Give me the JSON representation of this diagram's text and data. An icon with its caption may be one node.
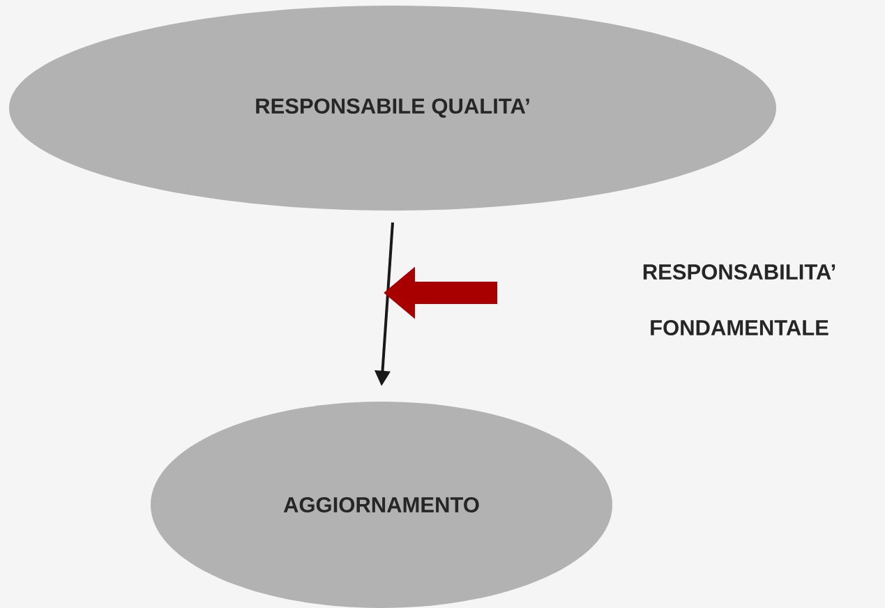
{
  "diagram": {
    "nodes": [
      {
        "text": [
          "RESPONSABILE QUALITA’"
        ]
      },
      {
        "text": [
          "AGGIORNAMENTO"
        ]
      },
      {
        "text": [
          "RESPONSABILITA’ FONDAMENTALE"
        ]
      }
    ],
    "edges": [
      {
        "from": 0,
        "to": 1,
        "arrow": "to"
      }
    ]
  }
}
